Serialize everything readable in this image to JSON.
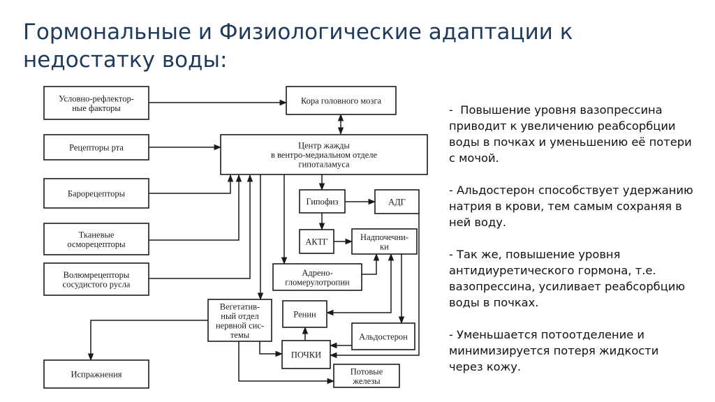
{
  "title": "Гормональные и Физиологические адаптации к недостатку воды:",
  "diagram": {
    "nodes": {
      "conditioned_factors": [
        "Условно-рефлектор-",
        "ные факторы"
      ],
      "mouth_receptors": [
        "Рецепторы рта"
      ],
      "baroreceptors": [
        "Барорецепторы"
      ],
      "tissue_osmoreceptors": [
        "Тканевые",
        "осморецепторы"
      ],
      "volume_receptors": [
        "Волюмрецепторы",
        "сосудистого русла"
      ],
      "excretion": [
        "Испражнения"
      ],
      "cortex": [
        "Кора головного мозга"
      ],
      "thirst_center": [
        "Центр жажды",
        "в вентро-медиальном отделе",
        "гипоталамуса"
      ],
      "pituitary": [
        "Гипофиз"
      ],
      "adh": [
        "АДГ"
      ],
      "acth": [
        "АКТГ"
      ],
      "adrenals": [
        "Надпочечни-",
        "ки"
      ],
      "adrenoglomerulotropin": [
        "Адрено-",
        "гломерулотропин"
      ],
      "autonomic_ns": [
        "Вегетатив-",
        "ный отдел",
        "нервной сис-",
        "темы"
      ],
      "renin": [
        "Ренин"
      ],
      "aldosterone": [
        "Альдостерон"
      ],
      "kidneys": [
        "ПОЧКИ"
      ],
      "sweat_glands": [
        "Потовые",
        "железы"
      ]
    }
  },
  "notes": [
    "-  Повышение уровня вазопрессина приводит к увеличению реабсорбции воды в почках и уменьшению её потери с мочой.",
    "- Альдостерон способствует удержанию натрия в крови, тем самым сохраняя в ней воду.",
    "- Так же, повышение уровня антидиуретического гормона, т.е. вазопрессина, усиливает реабсорбцию воды в почках.",
    "- Уменьшается потоотделение и минимизируется потеря жидкости через кожу."
  ]
}
